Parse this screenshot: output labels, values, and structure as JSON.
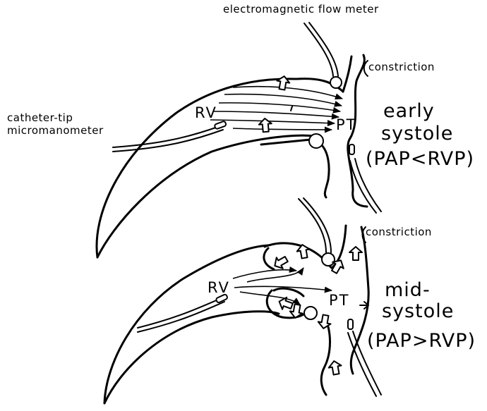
{
  "top_panel": {
    "flowmeter_label": "electromagnetic flow meter",
    "constriction_label": "constriction",
    "catheter_label_line1": "catheter-tip",
    "catheter_label_line2": "micromanometer",
    "rv_label": "RV",
    "pt_label": "PT",
    "phase_line1": "early",
    "phase_line2": "systole",
    "condition": "(PAP<RVP)"
  },
  "bottom_panel": {
    "constriction_label": "constriction",
    "rv_label": "RV",
    "pt_label": "PT",
    "phase_line1": "mid-",
    "phase_line2": "systole",
    "condition": "(PAP>RVP)"
  },
  "colors": {
    "ink": "#000000",
    "background": "#ffffff"
  }
}
